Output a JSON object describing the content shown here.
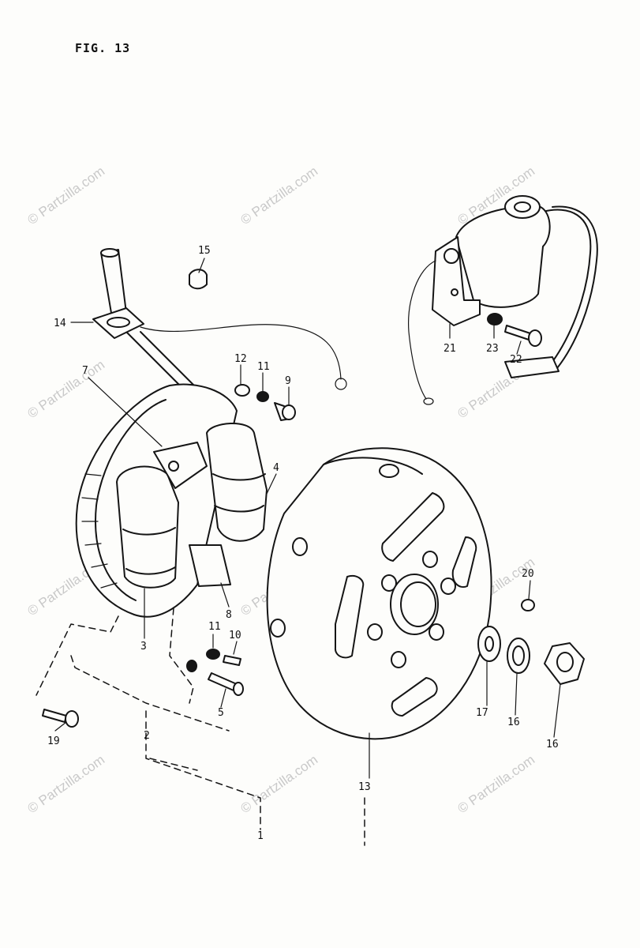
{
  "figure": {
    "title": "FIG. 13"
  },
  "callouts": [
    {
      "id": "c15",
      "label": "15"
    },
    {
      "id": "c14",
      "label": "14"
    },
    {
      "id": "c12",
      "label": "12"
    },
    {
      "id": "c11a",
      "label": "11"
    },
    {
      "id": "c9",
      "label": "9"
    },
    {
      "id": "c7",
      "label": "7"
    },
    {
      "id": "c4",
      "label": "4"
    },
    {
      "id": "c3",
      "label": "3"
    },
    {
      "id": "c8",
      "label": "8"
    },
    {
      "id": "c11b",
      "label": "11"
    },
    {
      "id": "c10",
      "label": "10"
    },
    {
      "id": "c5",
      "label": "5"
    },
    {
      "id": "c2",
      "label": "2"
    },
    {
      "id": "c19",
      "label": "19"
    },
    {
      "id": "c1",
      "label": "1"
    },
    {
      "id": "c13",
      "label": "13"
    },
    {
      "id": "c17",
      "label": "17"
    },
    {
      "id": "c16a",
      "label": "16"
    },
    {
      "id": "c16b",
      "label": "16"
    },
    {
      "id": "c20",
      "label": "20"
    },
    {
      "id": "c21",
      "label": "21"
    },
    {
      "id": "c23",
      "label": "23"
    },
    {
      "id": "c22",
      "label": "22"
    }
  ],
  "watermark": {
    "text": "© Partzilla.com"
  }
}
